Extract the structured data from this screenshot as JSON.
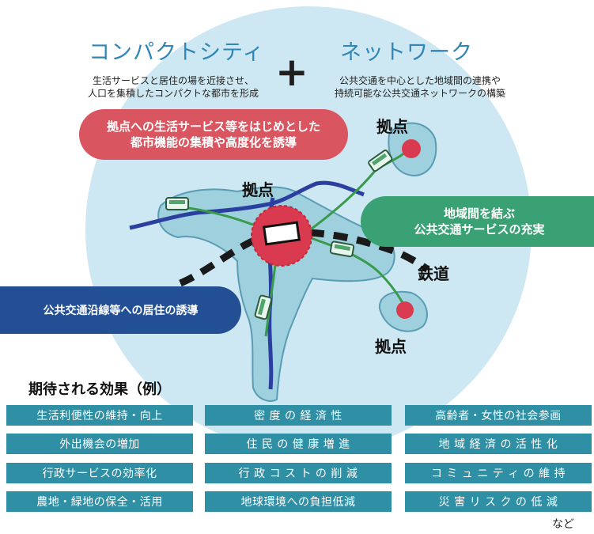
{
  "titles": {
    "compact_city": "コンパクトシティ",
    "plus": "+",
    "network": "ネットワーク"
  },
  "subtitles": {
    "compact_line1": "生活サービスと居住の場を近接させ、",
    "compact_line2": "人口を集積したコンパクトな都市を形成",
    "network_line1": "公共交通を中心とした地域間の連携や",
    "network_line2": "持続可能な公共交通ネットワークの構築"
  },
  "callouts": {
    "red_line1": "拠点への生活サービス等をはじめとした",
    "red_line2": "都市機能の集積や高度化を誘導",
    "green_line1": "地域間を結ぶ",
    "green_line2": "公共交通サービスの充実",
    "blue": "公共交通沿線等への居住の誘導"
  },
  "map_labels": {
    "hub_top_right": "拠点",
    "hub_center": "拠点",
    "railway": "鉄道",
    "hub_bottom_right": "拠点"
  },
  "effects": {
    "heading": "期待される効果（例）",
    "items": [
      "生活利便性の維持・向上",
      "密 度 の 経 済 性",
      "高齢者・女性の社会参画",
      "外出機会の増加",
      "住 民 の 健 康 増 進",
      "地 域 経 済 の 活 性 化",
      "行政サービスの効率化",
      "行 政 コ ス ト の 削 減",
      "コ ミ ュ ニ テ ィ の 維 持",
      "農地・緑地の保全・活用",
      "地球環境への負担低減",
      "災 害 リ ス ク の 低 減"
    ],
    "etc": "など"
  },
  "colors": {
    "circle_bg": "#cde8f2",
    "land": "#9fd0dd",
    "land_border": "#5a9cb5",
    "river": "#2a3fa0",
    "hub": "#d93a50",
    "green_route": "#3a9a4c",
    "effect_box": "#2e8fa5"
  }
}
